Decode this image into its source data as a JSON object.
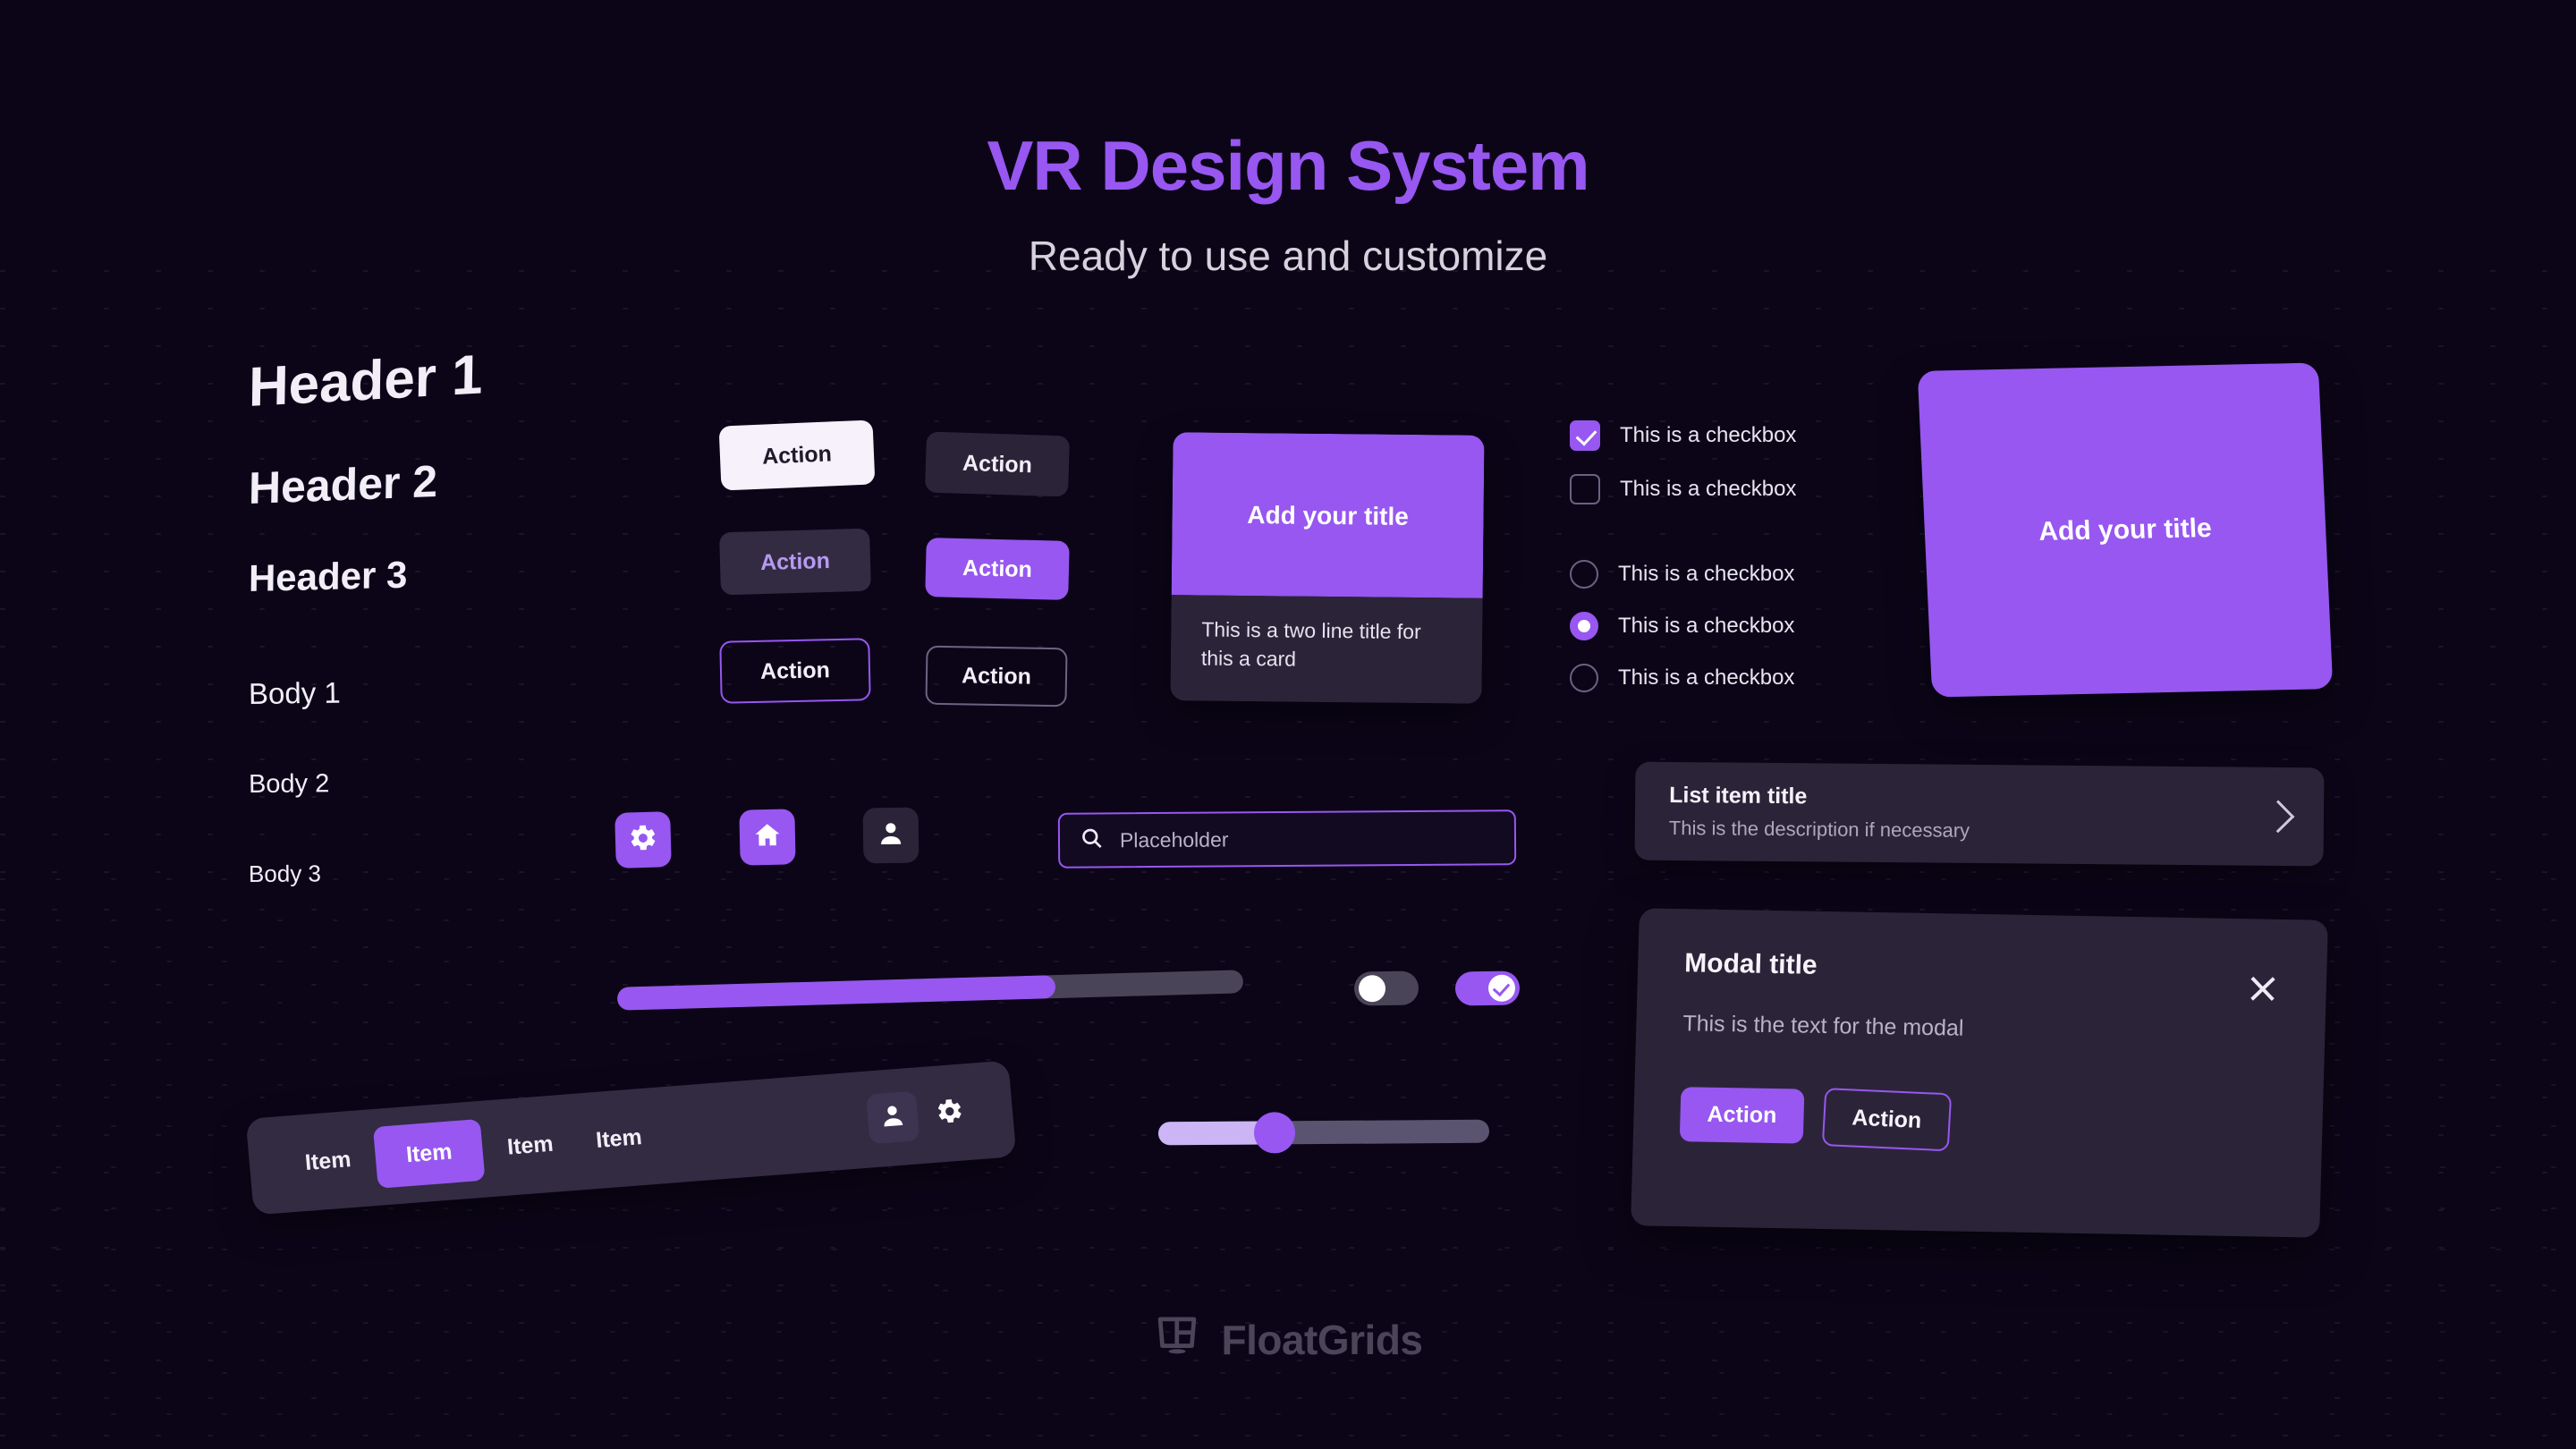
{
  "hero": {
    "title": "VR Design System",
    "subtitle": "Ready to use and customize"
  },
  "typography": {
    "header1": "Header 1",
    "header2": "Header 2",
    "header3": "Header 3",
    "body1": "Body 1",
    "body2": "Body 2",
    "body3": "Body 3"
  },
  "buttons": [
    {
      "label": "Action",
      "variant": "light"
    },
    {
      "label": "Action",
      "variant": "dark"
    },
    {
      "label": "Action",
      "variant": "dark-muted"
    },
    {
      "label": "Action",
      "variant": "primary"
    },
    {
      "label": "Action",
      "variant": "outline-purple"
    },
    {
      "label": "Action",
      "variant": "outline-gray"
    }
  ],
  "card": {
    "title": "Add your title",
    "caption": "This is a two line title for this a card"
  },
  "panel": {
    "title": "Add your title"
  },
  "choices": {
    "checkboxes": [
      {
        "label": "This is a checkbox",
        "checked": true
      },
      {
        "label": "This is a checkbox",
        "checked": false
      }
    ],
    "radios": [
      {
        "label": "This is a checkbox",
        "selected": false
      },
      {
        "label": "This is a checkbox",
        "selected": true
      },
      {
        "label": "This is a checkbox",
        "selected": false
      }
    ]
  },
  "icon_buttons": [
    {
      "icon": "gear-icon",
      "style": "purple"
    },
    {
      "icon": "home-icon",
      "style": "purple"
    },
    {
      "icon": "person-icon",
      "style": "dark"
    }
  ],
  "search": {
    "placeholder": "Placeholder",
    "value": "",
    "icon": "search-icon"
  },
  "progress": {
    "value": 70
  },
  "toggles": [
    {
      "state": "off"
    },
    {
      "state": "on"
    }
  ],
  "slider": {
    "value": 35
  },
  "tabbar": {
    "items": [
      {
        "label": "Item",
        "active": false
      },
      {
        "label": "Item",
        "active": true
      },
      {
        "label": "Item",
        "active": false
      },
      {
        "label": "Item",
        "active": false
      }
    ],
    "icons": [
      {
        "icon": "person-icon"
      },
      {
        "icon": "gear-icon"
      }
    ]
  },
  "list_item": {
    "title": "List item title",
    "description": "This is the description if necessary",
    "chevron": "chevron-right-icon"
  },
  "modal": {
    "title": "Modal title",
    "text": "This is the text for the modal",
    "close_icon": "close-icon",
    "primary_action": "Action",
    "secondary_action": "Action"
  },
  "footer": {
    "brand": "FloatGrids",
    "icon": "grid-panel-icon"
  },
  "colors": {
    "background": "#0c0518",
    "accent": "#9757f0",
    "surface": "#2b2438",
    "text": "#f2eef8",
    "muted": "#b9b3c6"
  }
}
